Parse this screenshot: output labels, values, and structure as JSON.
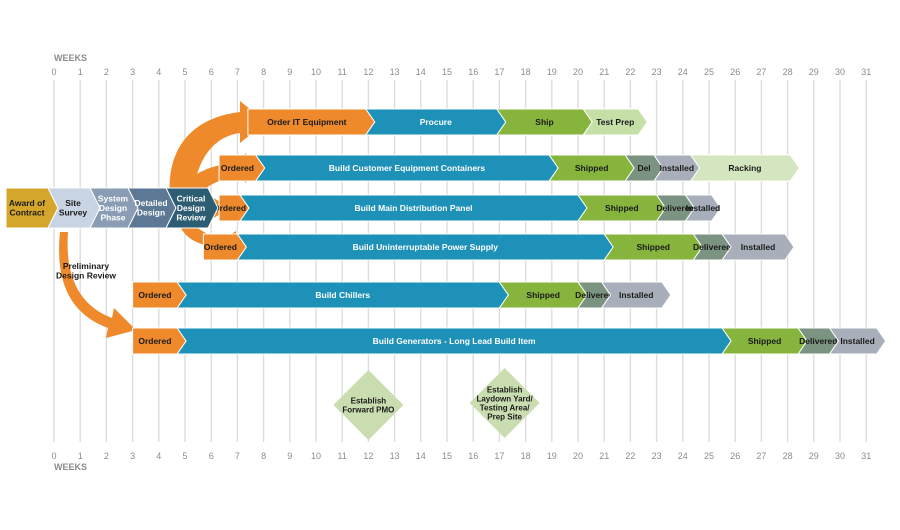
{
  "axis": {
    "label_top": "WEEKS",
    "label_bottom": "WEEKS",
    "weeks": [
      "0",
      "1",
      "2",
      "3",
      "4",
      "5",
      "6",
      "7",
      "8",
      "9",
      "10",
      "11",
      "12",
      "13",
      "14",
      "15",
      "16",
      "17",
      "18",
      "19",
      "20",
      "21",
      "22",
      "23",
      "24",
      "25",
      "26",
      "27",
      "28",
      "29",
      "30",
      "31"
    ]
  },
  "colors": {
    "gold": "#d4a72c",
    "light_blue_gray": "#c8d3e3",
    "slate": "#8a9db5",
    "steel": "#5d7894",
    "dark_teal": "#2d5d73",
    "orange": "#ee8a2b",
    "teal": "#1e91b8",
    "green": "#86b43c",
    "light_green": "#c6dfa7",
    "pale_green": "#d3e6bf",
    "gray_green": "#7b9381",
    "gray": "#a9afba",
    "diamond": "#c9ddb0",
    "gridline": "#dddddd"
  },
  "start_phases": [
    {
      "label": "Award of Contract",
      "lines": [
        "Award of",
        "Contract"
      ],
      "color": "gold"
    },
    {
      "label": "Site Survey",
      "lines": [
        "Site",
        "Survey"
      ],
      "color": "light_blue_gray"
    },
    {
      "label": "System Design Phase",
      "lines": [
        "System",
        "Design",
        "Phase"
      ],
      "color": "slate"
    },
    {
      "label": "Detailed Design",
      "lines": [
        "Detailed",
        "Design"
      ],
      "color": "steel"
    },
    {
      "label": "Critical Design Review",
      "lines": [
        "Critical",
        "Design",
        "Review"
      ],
      "color": "dark_teal"
    }
  ],
  "curved_arrow_label": {
    "lines": [
      "Preliminary",
      "Design Review"
    ]
  },
  "rows": [
    {
      "name": "order-it-equipment",
      "segments": [
        {
          "label": "Order IT Equipment",
          "color": "orange",
          "start": 7.4,
          "end": 11.9
        },
        {
          "label": "Procure",
          "color": "teal",
          "start": 11.9,
          "end": 16.9
        },
        {
          "label": "Ship",
          "color": "green",
          "start": 16.9,
          "end": 20.2
        },
        {
          "label": "Test Prep",
          "color": "light_green",
          "start": 20.2,
          "end": 22.3
        }
      ]
    },
    {
      "name": "customer-equipment-containers",
      "segments": [
        {
          "label": "Ordered",
          "color": "orange",
          "start": 6.3,
          "end": 7.7
        },
        {
          "label": "Build Customer Equipment Containers",
          "color": "teal",
          "start": 7.7,
          "end": 18.9
        },
        {
          "label": "Shipped",
          "color": "green",
          "start": 18.9,
          "end": 21.8
        },
        {
          "label": "Del",
          "color": "gray_green",
          "start": 21.8,
          "end": 22.9
        },
        {
          "label": "Installed",
          "color": "gray",
          "start": 22.9,
          "end": 24.3
        },
        {
          "label": "Racking",
          "color": "pale_green",
          "start": 24.3,
          "end": 28.1
        }
      ]
    },
    {
      "name": "main-distribution-panel",
      "segments": [
        {
          "label": "Ordered",
          "color": "orange",
          "start": 6.3,
          "end": 7.1
        },
        {
          "label": "Build Main Distribution Panel",
          "color": "teal",
          "start": 7.1,
          "end": 20
        },
        {
          "label": "Shipped",
          "color": "green",
          "start": 20,
          "end": 23
        },
        {
          "label": "Delivered",
          "color": "gray_green",
          "start": 23,
          "end": 24.1
        },
        {
          "label": "Installed",
          "color": "gray",
          "start": 24.1,
          "end": 25.1
        }
      ]
    },
    {
      "name": "uninterruptable-power-supply",
      "segments": [
        {
          "label": "Ordered",
          "color": "orange",
          "start": 5.7,
          "end": 7
        },
        {
          "label": "Build Uninterruptable Power Supply",
          "color": "teal",
          "start": 7,
          "end": 21
        },
        {
          "label": "Shipped",
          "color": "green",
          "start": 21,
          "end": 24.4
        },
        {
          "label": "Delivered",
          "color": "gray_green",
          "start": 24.4,
          "end": 25.5
        },
        {
          "label": "Installed",
          "color": "gray",
          "start": 25.5,
          "end": 27.9
        }
      ]
    },
    {
      "name": "chillers",
      "segments": [
        {
          "label": "Ordered",
          "color": "orange",
          "start": 3,
          "end": 4.7
        },
        {
          "label": "Build Chillers",
          "color": "teal",
          "start": 4.7,
          "end": 17
        },
        {
          "label": "Shipped",
          "color": "green",
          "start": 17,
          "end": 20
        },
        {
          "label": "Delivered",
          "color": "gray_green",
          "start": 20,
          "end": 20.9
        },
        {
          "label": "Installed",
          "color": "gray",
          "start": 20.9,
          "end": 23.2
        }
      ]
    },
    {
      "name": "generators",
      "segments": [
        {
          "label": "Ordered",
          "color": "orange",
          "start": 3,
          "end": 4.7
        },
        {
          "label": "Build Generators - Long Lead Build Item",
          "color": "teal",
          "start": 4.7,
          "end": 25.5
        },
        {
          "label": "Shipped",
          "color": "green",
          "start": 25.5,
          "end": 28.4
        },
        {
          "label": "Delivered",
          "color": "gray_green",
          "start": 28.4,
          "end": 29.6
        },
        {
          "label": "Installed",
          "color": "gray",
          "start": 29.6,
          "end": 31.4
        }
      ]
    }
  ],
  "milestones": [
    {
      "label": "Establish Forward PMO",
      "lines": [
        "Establish",
        "Forward PMO"
      ],
      "week": 12
    },
    {
      "label": "Establish Laydown Yard/ Testing Area/ Prep Site",
      "lines": [
        "Establish",
        "Laydown Yard/",
        "Testing Area/",
        "Prep Site"
      ],
      "week": 17.2
    }
  ]
}
